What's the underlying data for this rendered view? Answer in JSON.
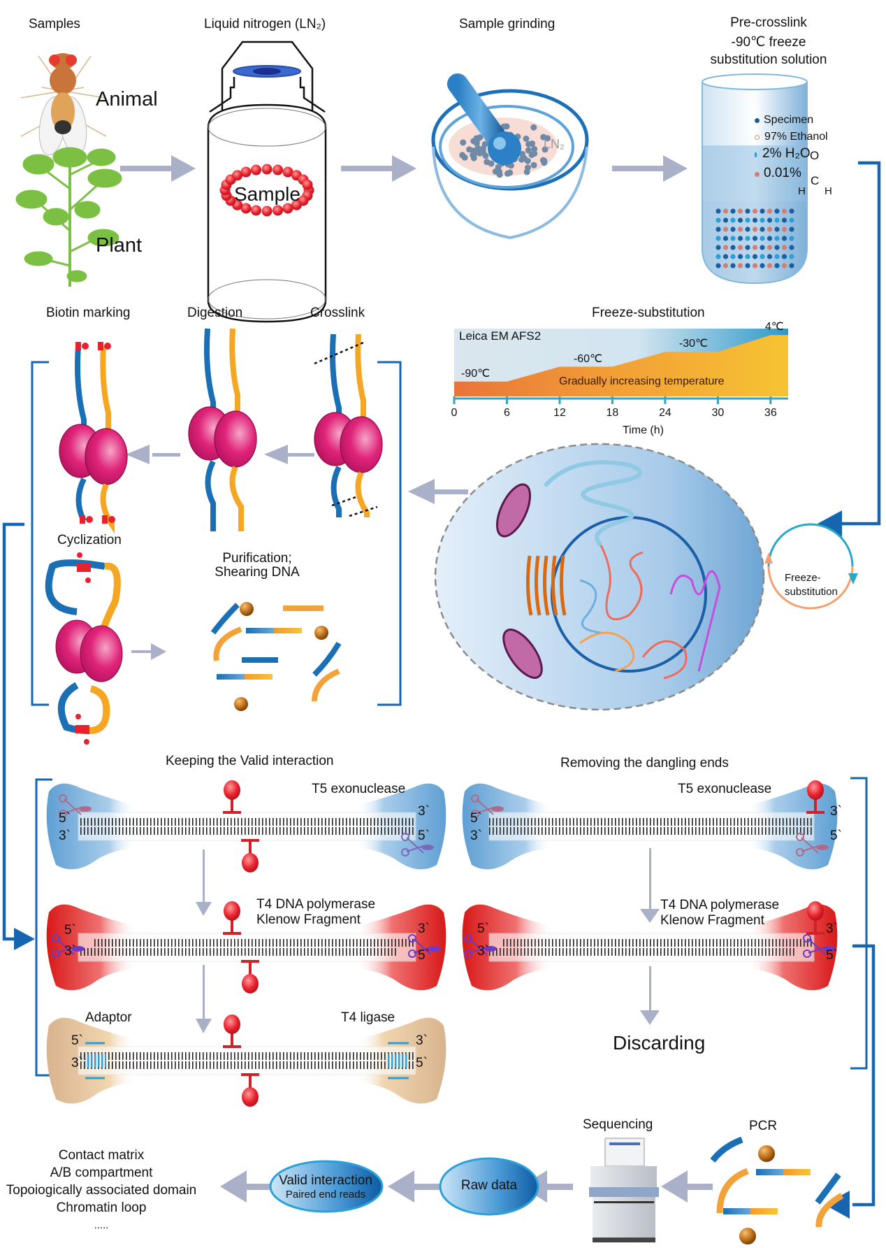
{
  "title": "Hi-C sample preparation and library construction workflow",
  "colors": {
    "flow_arrow": "#a9b0c8",
    "connector": "#1565b0",
    "dna_blue": "#1a6fb5",
    "dna_orange": "#f5a623",
    "protein": "#d81b6e",
    "biotin": "#e8212e",
    "t5_enzyme": "#6aa6d6",
    "t4_enzyme": "#e02424",
    "ligase": "#d9b48f",
    "cell": "#b9d7f0"
  },
  "top_row": {
    "samples": {
      "title": "Samples",
      "animal_label": "Animal",
      "plant_label": "Plant",
      "animal_icon": "fruit-fly-icon",
      "plant_icon": "plant-icon"
    },
    "ln2": {
      "title": "Liquid nitrogen (LN₂)",
      "inner_label": "Sample",
      "icon": "dewar-flask-icon"
    },
    "grinding": {
      "title": "Sample grinding",
      "ln2_label": "LN₂",
      "icon": "mortar-pestle-icon"
    },
    "precrosslink": {
      "title_line1": "Pre-crosslink",
      "title_line2": "-90℃ freeze",
      "title_line3": "substitution solution",
      "legend": [
        {
          "label": "Specimen",
          "marker": "dark-blue-dot"
        },
        {
          "label": "97% Ethanol",
          "marker": "orange-ring"
        },
        {
          "label": "2% H₂O",
          "marker": "water-drop"
        },
        {
          "label": "0.01%",
          "marker": "pink-dot"
        }
      ],
      "formaldehyde": {
        "o": "O",
        "c": "C",
        "h1": "H",
        "h2": "H"
      }
    }
  },
  "middle": {
    "biotin_marking": "Biotin marking",
    "digestion": "Digestion",
    "crosslink": "Crosslink",
    "cyclization": "Cyclization",
    "purification_line1": "Purification;",
    "purification_line2": "Shearing DNA",
    "freeze_substitution_cycle": {
      "line1": "Freeze-",
      "line2": "substitution"
    }
  },
  "chart_data": {
    "type": "area",
    "title": "Freeze-substitution",
    "instrument": "Leica EM AFS2",
    "annotation": "Gradually increasing temperature",
    "xlabel": "Time (h)",
    "ylabel": "",
    "x_ticks": [
      0,
      6,
      12,
      18,
      24,
      30,
      36
    ],
    "xlim": [
      0,
      38
    ],
    "x": [
      0,
      6,
      12,
      18,
      24,
      30,
      36,
      38
    ],
    "y": [
      -90,
      -90,
      -60,
      -60,
      -30,
      -30,
      4,
      4
    ],
    "step_labels": [
      {
        "x": 0,
        "label": "-90℃"
      },
      {
        "x": 12,
        "label": "-60℃"
      },
      {
        "x": 24,
        "label": "-30℃"
      },
      {
        "x": 36,
        "label": "4℃"
      }
    ],
    "ylim": [
      -120,
      10
    ],
    "grid": false
  },
  "valid_panel": {
    "title": "Keeping the Valid interaction",
    "t5": "T5 exonuclease",
    "t4_line1": "T4 DNA polymerase",
    "t4_line2": "Klenow Fragment",
    "adaptor": "Adaptor",
    "ligase": "T4 ligase",
    "ends": {
      "five": "5`",
      "three": "3`"
    }
  },
  "dangling_panel": {
    "title": "Removing the dangling ends",
    "t5": "T5 exonuclease",
    "t4_line1": "T4 DNA polymerase",
    "t4_line2": "Klenow Fragment",
    "result": "Discarding",
    "ends": {
      "five": "5`",
      "three": "3`"
    }
  },
  "bottom_row": {
    "pcr": "PCR",
    "sequencing": "Sequencing",
    "raw_data": "Raw data",
    "valid_line1": "Valid interaction",
    "valid_line2": "Paired end reads",
    "analyses": [
      "Contact matrix",
      "A/B compartment",
      "Topoiogically associated domain",
      "Chromatin loop",
      "....."
    ]
  }
}
